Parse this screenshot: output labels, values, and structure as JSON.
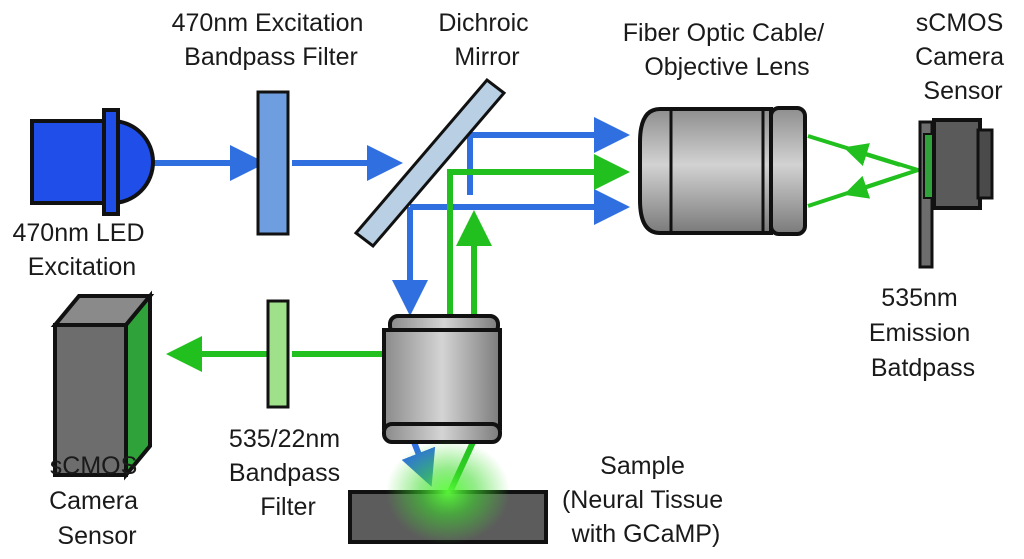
{
  "labels": {
    "excitation_filter": [
      "470nm Excitation",
      "Bandpass Filter"
    ],
    "dichroic_mirror": [
      "Dichroic",
      "Mirror"
    ],
    "fiber_objective": [
      "Fiber Optic Cable/",
      "Objective Lens"
    ],
    "camera_right": [
      "sCMOS",
      "Camera",
      "Sensor"
    ],
    "led": [
      "470nm LED",
      "Excitation"
    ],
    "emission_bandpass": [
      "535nm",
      "Emission",
      "Batdpass"
    ],
    "camera_left": [
      "sCMOS",
      "Camera",
      "Sensor"
    ],
    "emission_filter": [
      "535/22nm",
      "Bandpass",
      "Filter"
    ],
    "sample": [
      "Sample",
      "(Neural Tissue",
      "with GCaMP)"
    ]
  },
  "colors": {
    "blue_light": "#2f6fe0",
    "green_light": "#22c01e",
    "led_blue": "#1f4ee8",
    "filter_blue": "#6f9ee0",
    "filter_green": "#9fe08a",
    "mirror": "#b9cfe3",
    "sensor_green": "#2fa33a",
    "body_grey": "#6d6d6d",
    "sample_grey": "#5c5c5c"
  }
}
